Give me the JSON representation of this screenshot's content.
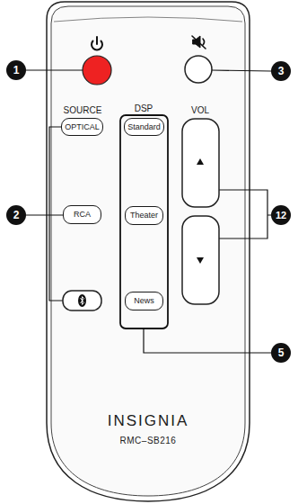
{
  "diagram": {
    "nodes": [
      {
        "text": [
          "OPTICAL"
        ]
      },
      {
        "text": [
          "Standard"
        ]
      },
      {
        "text": [
          "RCA"
        ]
      },
      {
        "text": [
          "Theater"
        ]
      },
      {
        "text": [
          "News"
        ]
      }
    ],
    "labels": [
      "1",
      "SOURCE",
      "DSP",
      "VOL",
      "3",
      "2",
      "12",
      "5",
      "INSIGNIA",
      "RMC–SB216"
    ]
  }
}
